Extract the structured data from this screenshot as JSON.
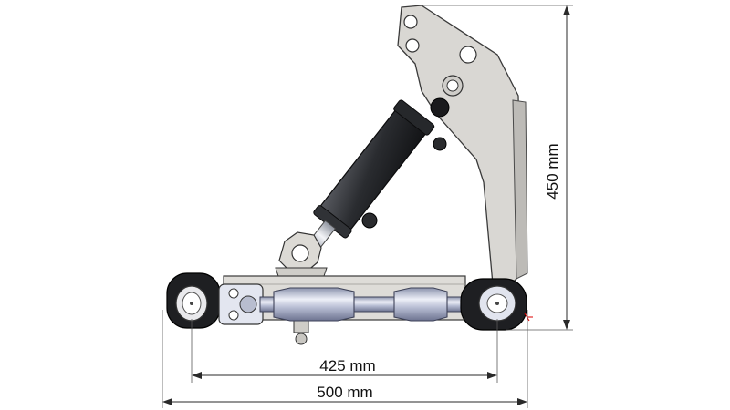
{
  "dimensions": {
    "pin_spacing": "425 mm",
    "overall_width": "500 mm",
    "overall_height": "450 mm"
  },
  "colors": {
    "bracket": "#d8d6d2",
    "cylinder": "#2b2d31",
    "rod_chrome": "#c4cbe0",
    "joint_dark": "#1c1c1e",
    "dimension_line": "#2a2a2a"
  }
}
